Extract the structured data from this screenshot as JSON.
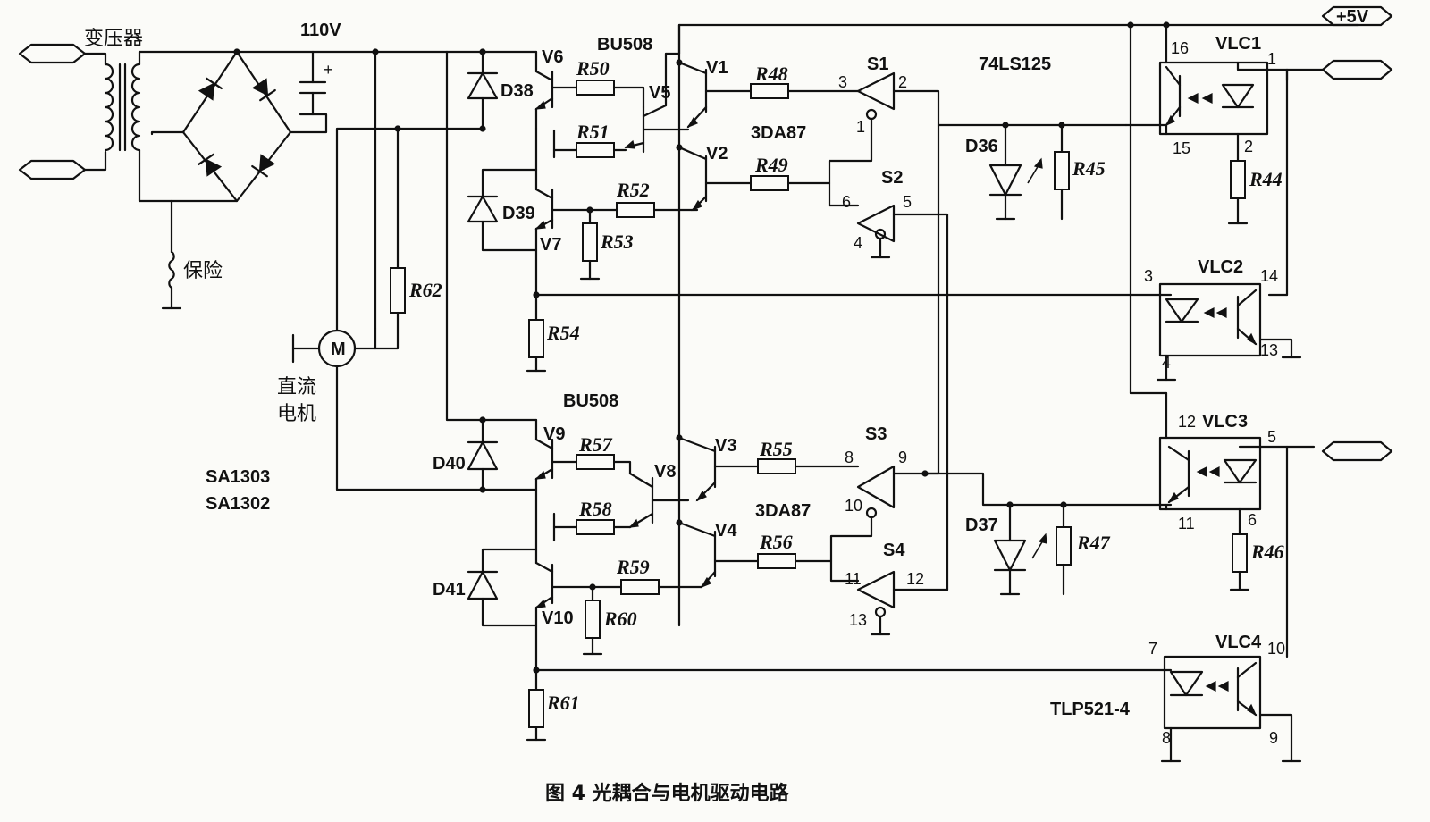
{
  "labels": {
    "transformer": "变压器",
    "v110": "110V",
    "fuse": "保险",
    "dc_motor_1": "直流",
    "dc_motor_2": "电机",
    "motor_symbol": "M",
    "bu508_top": "BU508",
    "bu508_bottom": "BU508",
    "dev_3da87_top": "3DA87",
    "dev_3da87_bottom": "3DA87",
    "ic_74ls125": "74LS125",
    "sa1303": "SA1303",
    "sa1302": "SA1302",
    "plus5v": "+5V",
    "tlp": "TLP521-4",
    "caption": "图 4   光耦合与电机驱动电路"
  },
  "components": {
    "transistors": [
      "V1",
      "V2",
      "V3",
      "V4",
      "V5",
      "V6",
      "V7",
      "V8",
      "V9",
      "V10"
    ],
    "diodes": [
      "D36",
      "D37",
      "D38",
      "D39",
      "D40",
      "D41"
    ],
    "resistors": [
      "R44",
      "R45",
      "R46",
      "R47",
      "R48",
      "R49",
      "R50",
      "R51",
      "R52",
      "R53",
      "R54",
      "R55",
      "R56",
      "R57",
      "R58",
      "R59",
      "R60",
      "R61",
      "R62"
    ],
    "buffers": [
      "S1",
      "S2",
      "S3",
      "S4"
    ],
    "optocouplers": [
      "VLC1",
      "VLC2",
      "VLC3",
      "VLC4"
    ]
  },
  "pins": {
    "s1": [
      "3",
      "2",
      "1"
    ],
    "s2": [
      "6",
      "5",
      "4"
    ],
    "s3": [
      "8",
      "9",
      "10"
    ],
    "s4": [
      "11",
      "12",
      "13"
    ],
    "vlc1": [
      "16",
      "1",
      "15",
      "2"
    ],
    "vlc2": [
      "3",
      "14",
      "4",
      "13"
    ],
    "vlc3": [
      "12",
      "5",
      "11",
      "6"
    ],
    "vlc4": [
      "7",
      "10",
      "8",
      "9"
    ]
  }
}
